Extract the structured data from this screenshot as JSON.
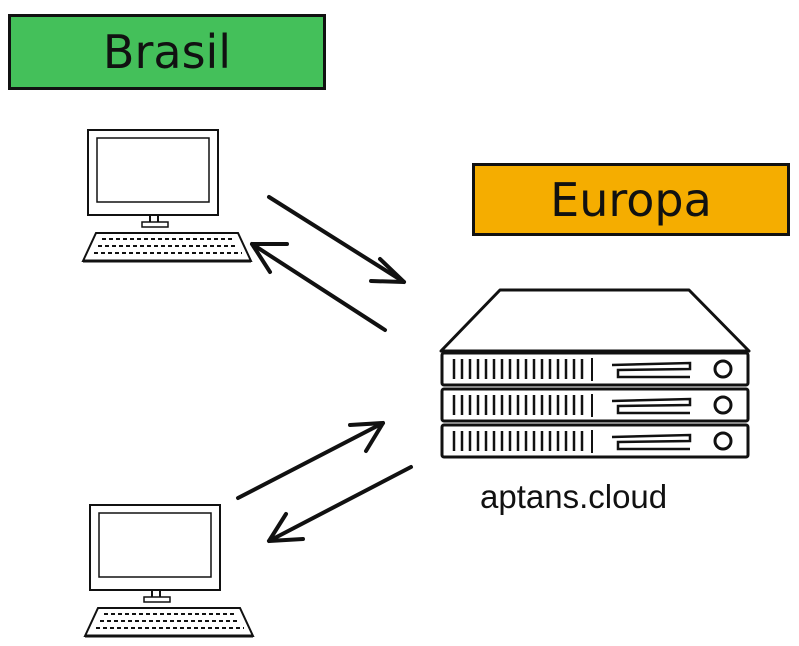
{
  "regions": {
    "client_region": {
      "label": "Brasil",
      "color": "#44c05a"
    },
    "server_region": {
      "label": "Europa",
      "color": "#f5ad00"
    }
  },
  "server": {
    "caption": "aptans.cloud"
  },
  "stroke_color": "#111111"
}
